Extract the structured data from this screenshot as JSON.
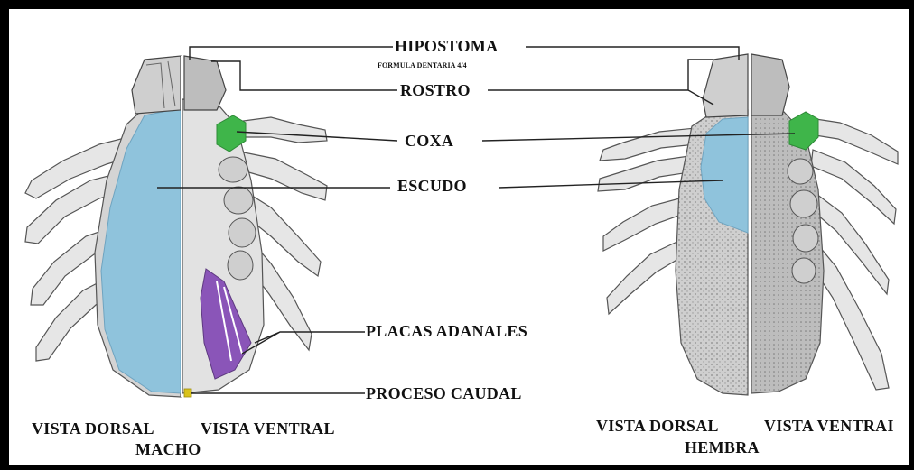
{
  "labels": {
    "hipostoma": "HIPOSTOMA",
    "formula": "FORMULA DENTARIA 4/4",
    "rostro": "ROSTRO",
    "coxa": "COXA",
    "escudo": "ESCUDO",
    "placas": "PLACAS ADANALES",
    "proceso": "PROCESO CAUDAL"
  },
  "male": {
    "dorsal": "VISTA DORSAL",
    "ventral": "VISTA VENTRAL",
    "sex": "MACHO"
  },
  "female": {
    "dorsal": "VISTA DORSAL",
    "ventral": "VISTA VENTRAI",
    "sex": "HEMBRA"
  },
  "colors": {
    "scutum": "#8fc3dc",
    "coxa": "#3fb54a",
    "adanal": "#8a55b8",
    "caudal": "#d8c21a",
    "outline": "#444444",
    "leg_fill": "#e4e4e4",
    "body_fill": "#c9c9c9"
  }
}
